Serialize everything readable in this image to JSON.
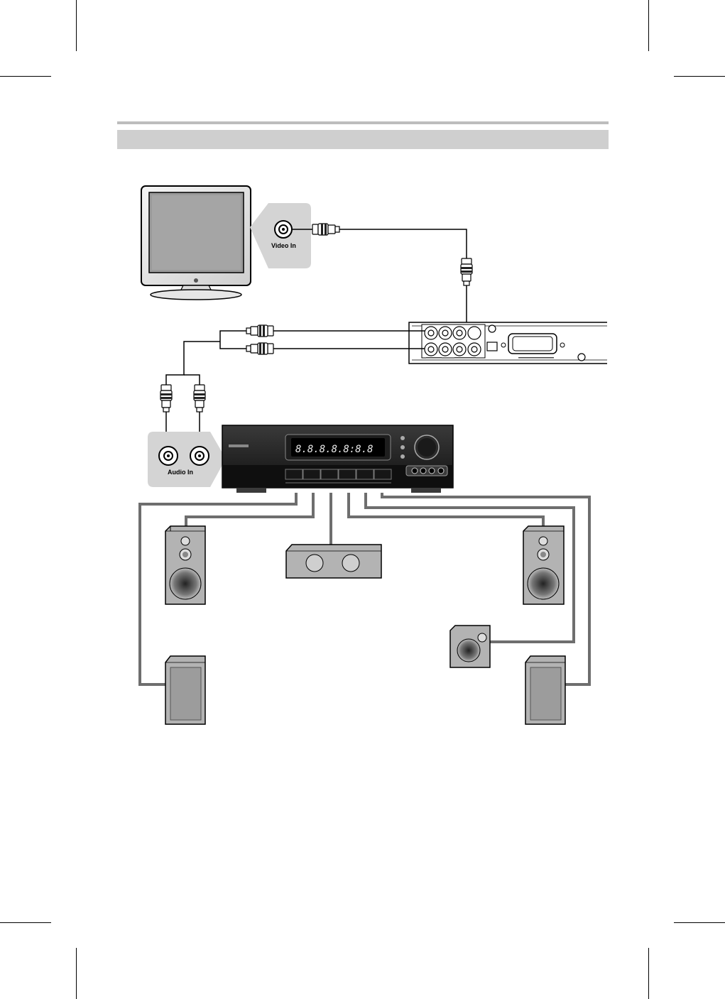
{
  "labels": {
    "video_in": "Video In",
    "audio_in": "Audio In"
  },
  "receiver": {
    "display": "8.8.8.8.8:8.8"
  },
  "colors": {
    "cable_gray": "#6e6e6e",
    "header_bar": "#cfcfcf",
    "callout_bg": "#d4d4d4"
  }
}
